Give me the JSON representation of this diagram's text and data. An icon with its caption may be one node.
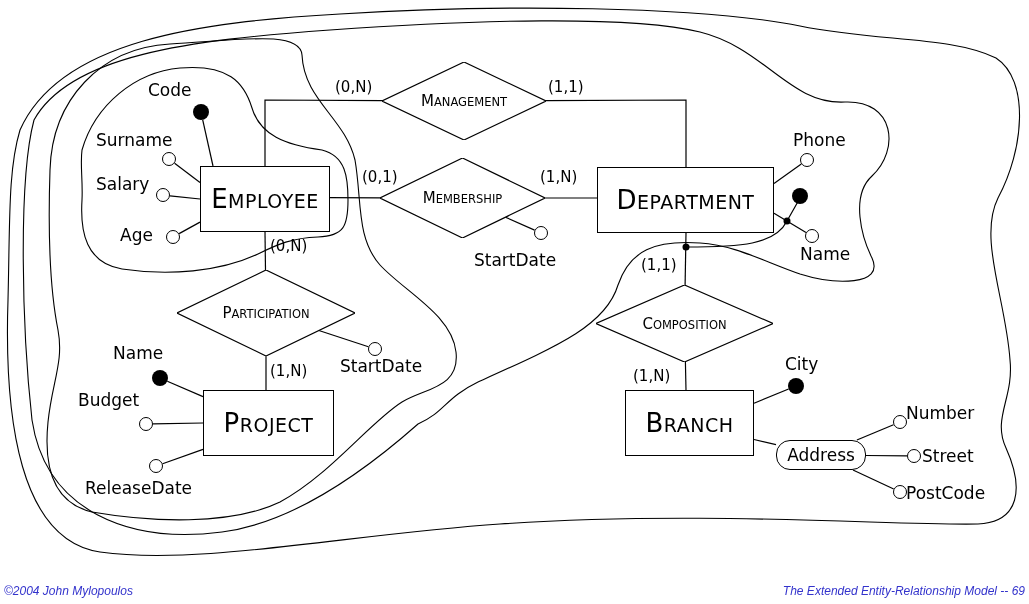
{
  "diagram": {
    "nodes": [
      {
        "text": [
          "EMPLOYEE"
        ]
      },
      {
        "text": [
          "MANAGEMENT"
        ]
      },
      {
        "text": [
          "MEMBERSHIP"
        ]
      },
      {
        "text": [
          "DEPARTMENT"
        ]
      },
      {
        "text": [
          "PARTICIPATION"
        ]
      },
      {
        "text": [
          "COMPOSITION"
        ]
      },
      {
        "text": [
          "PROJECT"
        ]
      },
      {
        "text": [
          "BRANCH"
        ]
      },
      {
        "text": [],
        "shape": "dot",
        "beside": [
          "Code"
        ]
      },
      {
        "text": [],
        "shape": "circle",
        "beside": [
          "Surname"
        ]
      },
      {
        "text": [],
        "shape": "circle",
        "beside": [
          "Salary"
        ]
      },
      {
        "text": [],
        "shape": "circle",
        "beside": [
          "Age"
        ]
      },
      {
        "text": [],
        "shape": "circle",
        "beside": [
          "Phone"
        ]
      },
      {
        "text": [],
        "shape": "circle",
        "beside": [
          "Name"
        ]
      },
      {
        "text": [],
        "shape": "circle",
        "beside": [
          "StartDate"
        ]
      },
      {
        "text": [],
        "shape": "circle",
        "beside": [
          "StartDate"
        ]
      },
      {
        "text": [],
        "shape": "dot",
        "beside": [
          "Name"
        ]
      },
      {
        "text": [],
        "shape": "circle",
        "beside": [
          "Budget"
        ]
      },
      {
        "text": [],
        "shape": "circle",
        "beside": [
          "ReleaseDate"
        ]
      },
      {
        "text": [],
        "shape": "dot",
        "beside": [
          "City"
        ]
      },
      {
        "text": [
          "Address"
        ]
      },
      {
        "text": [],
        "shape": "circle",
        "beside": [
          "Number"
        ]
      },
      {
        "text": [],
        "shape": "circle",
        "beside": [
          "Street"
        ]
      },
      {
        "text": [],
        "shape": "circle",
        "beside": [
          "PostCode"
        ]
      }
    ],
    "edges": [
      {
        "from": 0,
        "to": 1,
        "arrow": "none",
        "label": "(0,N)"
      },
      {
        "from": 1,
        "to": 3,
        "arrow": "none",
        "label": "(1,1)"
      },
      {
        "from": 0,
        "to": 2,
        "arrow": "none",
        "label": "(0,1)"
      },
      {
        "from": 2,
        "to": 3,
        "arrow": "none",
        "label": "(1,N)"
      },
      {
        "from": 0,
        "to": 4,
        "arrow": "none",
        "label": "(0,N)"
      },
      {
        "from": 4,
        "to": 6,
        "arrow": "none",
        "label": "(1,N)"
      },
      {
        "from": 3,
        "to": 5,
        "arrow": "none",
        "label": "(1,1)"
      },
      {
        "from": 5,
        "to": 7,
        "arrow": "none",
        "label": "(1,N)"
      },
      {
        "from": 0,
        "to": 8,
        "arrow": "none"
      },
      {
        "from": 0,
        "to": 9,
        "arrow": "none"
      },
      {
        "from": 0,
        "to": 10,
        "arrow": "none"
      },
      {
        "from": 0,
        "to": 11,
        "arrow": "none"
      },
      {
        "from": 3,
        "to": 12,
        "arrow": "none"
      },
      {
        "from": 3,
        "to": 13,
        "arrow": "none"
      },
      {
        "from": 2,
        "to": 14,
        "arrow": "none"
      },
      {
        "from": 4,
        "to": 15,
        "arrow": "none"
      },
      {
        "from": 6,
        "to": 16,
        "arrow": "none"
      },
      {
        "from": 6,
        "to": 17,
        "arrow": "none"
      },
      {
        "from": 6,
        "to": 18,
        "arrow": "none"
      },
      {
        "from": 7,
        "to": 19,
        "arrow": "none"
      },
      {
        "from": 7,
        "to": 20,
        "arrow": "none"
      },
      {
        "from": 20,
        "to": 21,
        "arrow": "none"
      },
      {
        "from": 20,
        "to": 22,
        "arrow": "none"
      },
      {
        "from": 20,
        "to": 23,
        "arrow": "none"
      }
    ],
    "labels": [
      "©2004 John Mylopoulos",
      "The Extended Entity-Relationship Model -- 69"
    ]
  }
}
